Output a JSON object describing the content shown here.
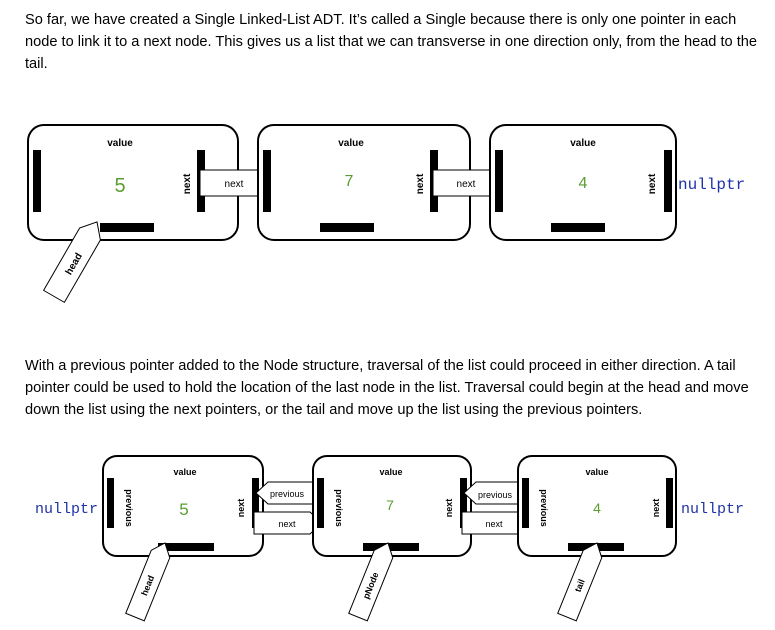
{
  "paragraphs": [
    "So far, we have created a Single Linked-List ADT.  It’s called a Single because there is only one pointer in each node to link it to a next node. This gives us a list that we can transverse in one direction only, from the head to the tail.",
    "With a previous pointer added to the Node structure, traversal of the list could proceed in either direction.  A tail pointer could be used to hold the location of the last node in the list.  Traversal could begin at the head and move down the list using the next pointers, or the tail and move up the list using the previous pointers."
  ],
  "diagram1": {
    "nodes": [
      {
        "value_label": "value",
        "value": "5",
        "next_label": "next"
      },
      {
        "value_label": "value",
        "value": "7",
        "next_label": "next"
      },
      {
        "value_label": "value",
        "value": "4",
        "next_label": "next"
      }
    ],
    "link_labels": [
      "next",
      "next"
    ],
    "head_label": "head",
    "null_right": "nullptr"
  },
  "diagram2": {
    "nodes": [
      {
        "value_label": "value",
        "value": "5",
        "prev_label": "previous",
        "next_label": "next"
      },
      {
        "value_label": "value",
        "value": "7",
        "prev_label": "previous",
        "next_label": "next"
      },
      {
        "value_label": "value",
        "value": "4",
        "prev_label": "previous",
        "next_label": "next"
      }
    ],
    "link_prev_labels": [
      "previous",
      "previous"
    ],
    "link_next_labels": [
      "next",
      "next"
    ],
    "head_label": "head",
    "pnode_label": "pNode",
    "tail_label": "tail",
    "null_left": "nullptr",
    "null_right": "nullptr"
  },
  "colors": {
    "value_text": "#5a9e32",
    "link_text": "#1f33a8",
    "ink": "#000000"
  }
}
